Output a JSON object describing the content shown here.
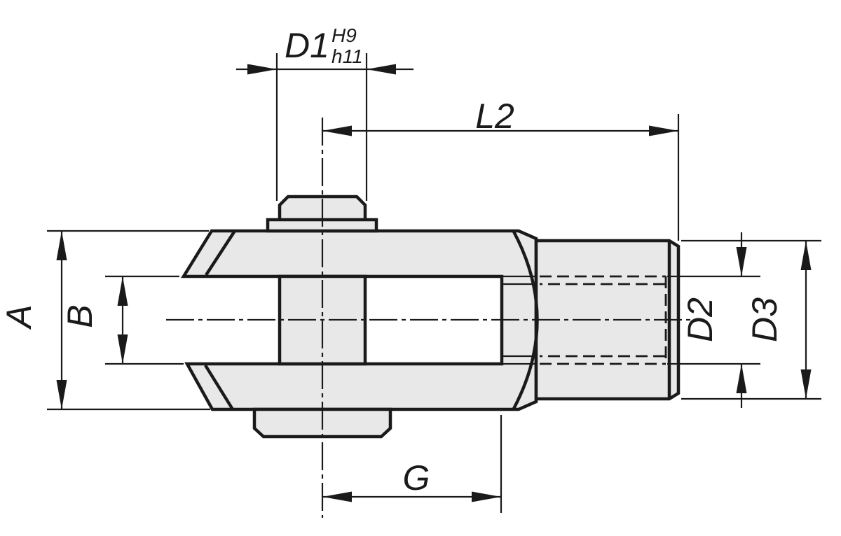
{
  "drawing": {
    "labels": {
      "d1": {
        "text": "D1",
        "tol_upper": "H9",
        "tol_lower": "h11"
      },
      "l2": {
        "text": "L2"
      },
      "a": {
        "text": "A"
      },
      "b": {
        "text": "B"
      },
      "d2": {
        "text": "D2"
      },
      "d3": {
        "text": "D3"
      },
      "g": {
        "text": "G"
      }
    },
    "colors": {
      "background": "#ffffff",
      "part_fill": "#e8e8e8",
      "line": "#1a1a1a"
    }
  }
}
